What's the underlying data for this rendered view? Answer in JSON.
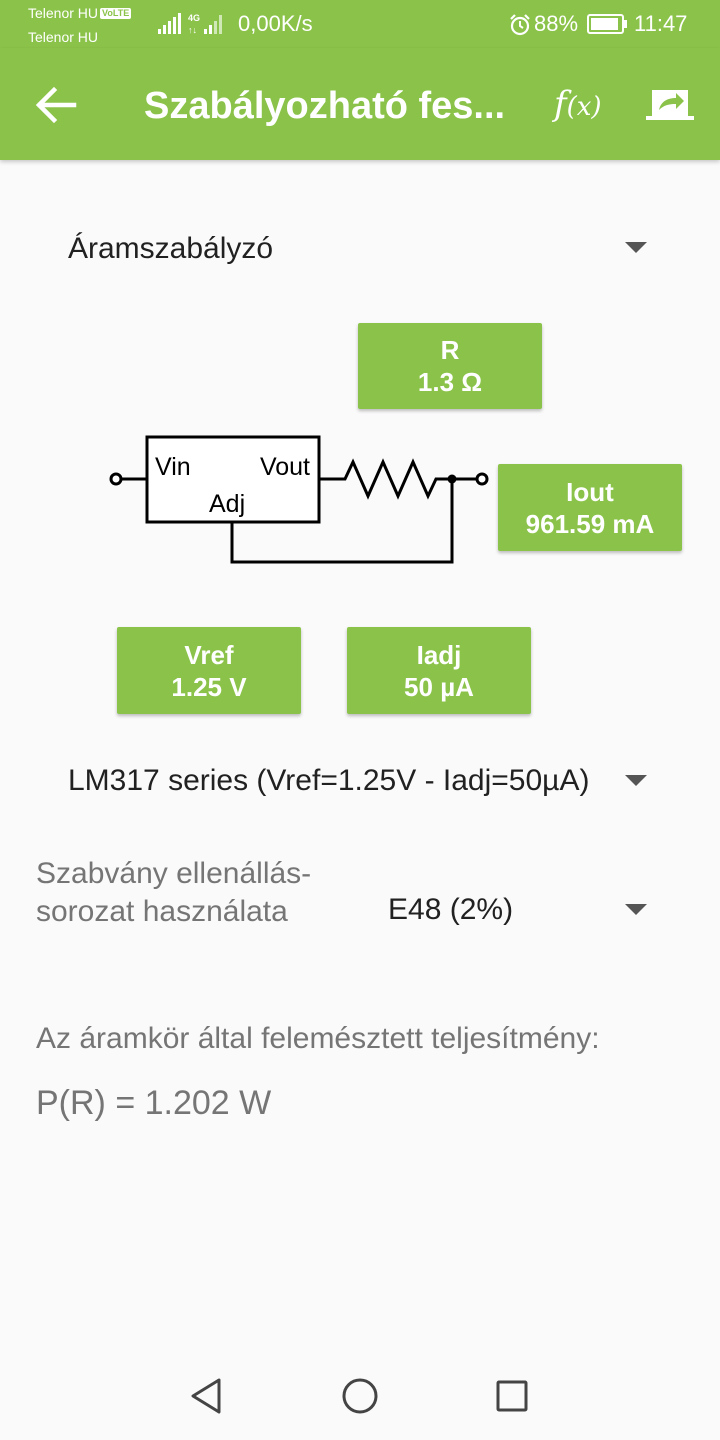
{
  "status_bar": {
    "carrier_1": "Telenor HU",
    "carrier_1_badge": "VoLTE",
    "carrier_2": "Telenor HU",
    "network_type": "4G",
    "net_speed": "0,00K/s",
    "battery": "88%",
    "time": "11:47"
  },
  "app_bar": {
    "title": "Szabályozható fes...",
    "back_icon": "arrow-left-icon",
    "formula_label": "f",
    "formula_paren": "(x)",
    "share_icon": "share-icon",
    "color": "#8bc34a"
  },
  "mode_select": {
    "value": "Áramszabályzó"
  },
  "circuit": {
    "vin_label": "Vin",
    "vout_label": "Vout",
    "adj_label": "Adj"
  },
  "buttons": {
    "r": {
      "label": "R",
      "value": "1.3 Ω"
    },
    "iout": {
      "label": "Iout",
      "value": "961.59 mA"
    },
    "vref": {
      "label": "Vref",
      "value": "1.25 V"
    },
    "iadj": {
      "label": "Iadj",
      "value": "50 µA"
    }
  },
  "series_select": {
    "value": "LM317 series (Vref=1.25V - Iadj=50µA)"
  },
  "standard_series": {
    "label": "Szabvány ellenállás-sorozat használata",
    "value": "E48 (2%)"
  },
  "power": {
    "label": "Az áramkör által felemésztett teljesítmény:",
    "value": "P(R) = 1.202 W"
  },
  "nav": {
    "back_icon": "triangle-back-icon",
    "home_icon": "circle-home-icon",
    "recents_icon": "square-recents-icon"
  }
}
